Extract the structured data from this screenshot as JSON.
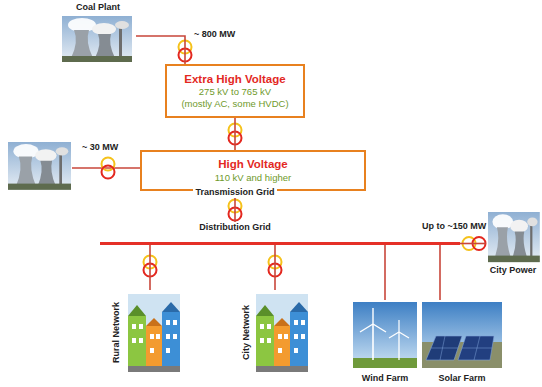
{
  "diagram": {
    "nodes": [
      {
        "text": [
          "Coal Plant"
        ]
      },
      {
        "text": [
          "Extra High Voltage",
          "275 kV to 765 kV",
          "(mostly AC, some HVDC)"
        ]
      },
      {
        "text": [
          "High Voltage",
          "110 kV and higher"
        ]
      },
      {
        "text": [
          "Distribution Grid"
        ]
      },
      {
        "text": [
          "City Power"
        ]
      },
      {
        "text": [
          "Rural Network"
        ]
      },
      {
        "text": [
          "City Network"
        ]
      },
      {
        "text": [
          "Wind Farm"
        ]
      },
      {
        "text": [
          "Solar Farm"
        ]
      }
    ],
    "edges": [
      {
        "from": 0,
        "to": 1,
        "label": "~ 800 MW",
        "arrow": "none"
      },
      {
        "from": 1,
        "to": 2,
        "arrow": "none"
      },
      {
        "from": 2,
        "to": 3,
        "label": "Transmission Grid",
        "arrow": "none"
      },
      {
        "from": 4,
        "to": 3,
        "label": "Up to ~150 MW",
        "arrow": "none"
      },
      {
        "from": 3,
        "to": 5,
        "arrow": "none"
      },
      {
        "from": 3,
        "to": 6,
        "arrow": "none"
      },
      {
        "from": 3,
        "to": 7,
        "arrow": "none"
      },
      {
        "from": 3,
        "to": 8,
        "arrow": "none"
      }
    ],
    "labels": [
      "~ 30 MW"
    ]
  }
}
